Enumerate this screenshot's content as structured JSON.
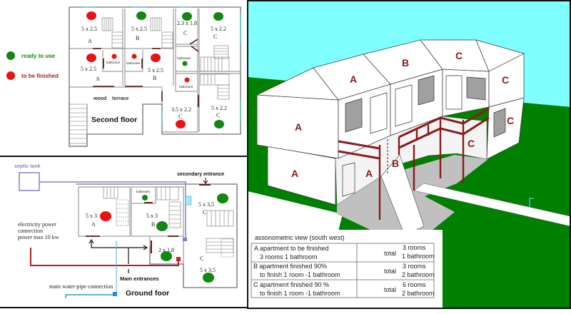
{
  "colors": {
    "ready": "#118811",
    "unfinished": "#ee1111",
    "sky": "#80ffff",
    "grass": "#008000",
    "rail": "#8b1a1a",
    "pipe_septic": "#8080cc",
    "pipe_water": "#3399cc",
    "power": "#aa2222"
  },
  "legend": {
    "ready_label": "ready to use",
    "unfinished_label": "to be finished"
  },
  "second_floor": {
    "title": "Second floor",
    "terrace": "wood    terrace",
    "rooms": [
      {
        "size": "5 x 2.5",
        "apt": "A",
        "status": "unfinished"
      },
      {
        "size": "5 x 2.5",
        "apt": "B",
        "status": "ready"
      },
      {
        "size": "2.3 x 1.8",
        "apt": "C",
        "status": "ready"
      },
      {
        "size": "5 x 2.2",
        "apt": "C",
        "status": "ready"
      },
      {
        "size": "5 x 2.5",
        "apt": "A",
        "status": "unfinished"
      },
      {
        "size": "5 x 2.5",
        "apt": "B",
        "status": "unfinished"
      },
      {
        "size": "3.5 x 2.2",
        "apt": "C",
        "status": "unfinished"
      },
      {
        "size": "5 x 2.2",
        "apt": "C",
        "status": "ready"
      }
    ],
    "bathrooms": [
      "bathroom",
      "bathroom",
      "bathroom",
      "bathroom"
    ]
  },
  "ground_floor": {
    "title": "Ground foor",
    "septic": "septic tank",
    "secondary_entrance": "secondary entrance",
    "main_entrances": "Main entrances",
    "water": "main water-pipe connection",
    "power": [
      "electricity power",
      "connection",
      "power max 10 kw"
    ],
    "bathroom": "bathroom",
    "rooms": [
      {
        "size": "5 x 3",
        "apt": "A",
        "status": "unfinished"
      },
      {
        "size": "5 x 3",
        "apt": "B",
        "status": "ready"
      },
      {
        "size": "5 x 3,5",
        "apt": "C",
        "status": "ready"
      },
      {
        "size": "2 x 1.8",
        "status": "ready"
      },
      {
        "size": "5 x 3,5",
        "apt": "C",
        "status": "ready"
      }
    ]
  },
  "iso": {
    "labels": [
      "A",
      "A",
      "B",
      "C",
      "C",
      "C",
      "C",
      "A",
      "A",
      "B"
    ],
    "caption": "assonometric view (south west)",
    "table": [
      {
        "desc1": "A  apartment to be finished",
        "desc2": "3 rooms 1 bathroom",
        "total": "total",
        "t1": "3 rooms",
        "t2": "1 bathroom"
      },
      {
        "desc1": "B apartment finished  90%",
        "desc2": "to finish 1 room -1 bathroom",
        "total": "total",
        "t1": "3 rooms",
        "t2": "2 bathroom"
      },
      {
        "desc1": "C apartment finished 90 %",
        "desc2": "to finish 1 room -1 bathroom",
        "total": "total",
        "t1": "6  rooms",
        "t2": "2 bathroom"
      }
    ]
  }
}
